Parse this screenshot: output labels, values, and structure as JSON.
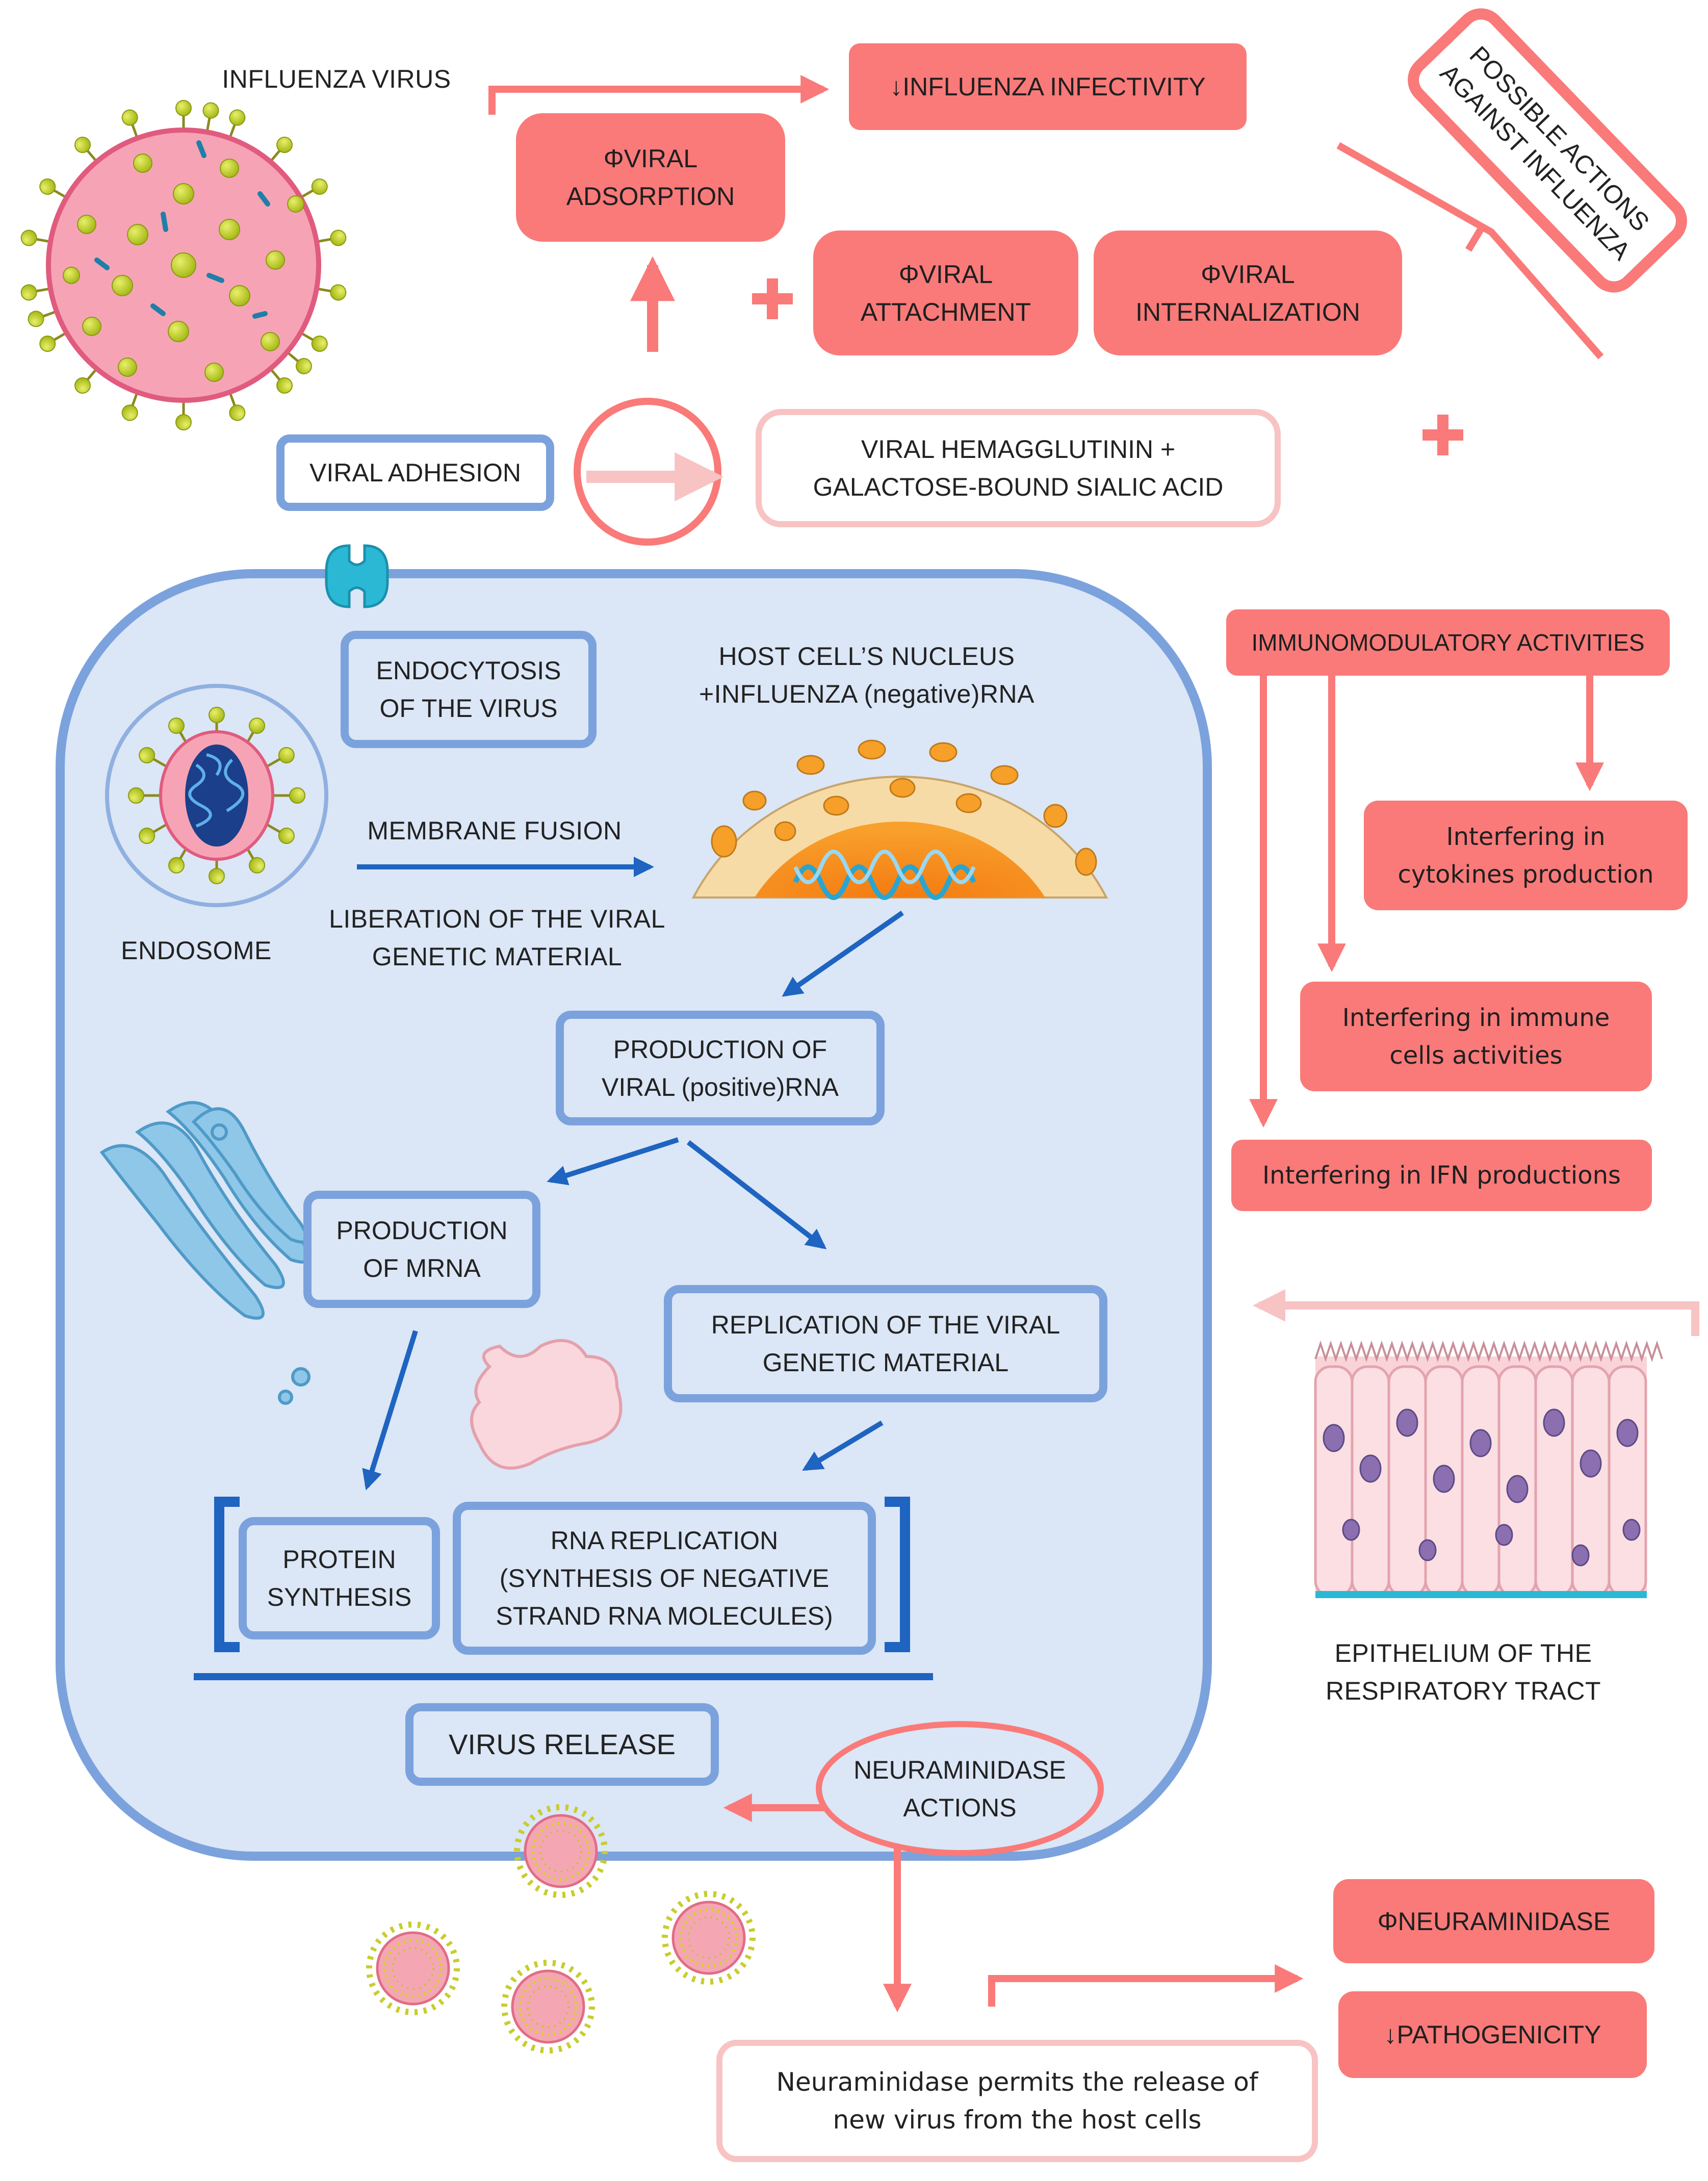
{
  "title": "INFLUENZA VIRUS",
  "top": {
    "infectivity": "↓INFLUENZA INFECTIVITY",
    "adsorption": [
      "ΦVIRAL",
      "ADSORPTION"
    ],
    "attachment": [
      "ΦVIRAL",
      "ATTACHMENT"
    ],
    "internalization": [
      "ΦVIRAL",
      "INTERNALIZATION"
    ],
    "possible_actions": [
      "POSSIBLE ACTIONS",
      "AGAINST INFLUENZA"
    ]
  },
  "adhesion": {
    "label": "VIRAL ADHESION",
    "binding": [
      "VIRAL HEMAGGLUTININ +",
      "GALACTOSE-BOUND SIALIC ACID"
    ]
  },
  "cell": {
    "endocytosis": [
      "ENDOCYTOSIS",
      "OF THE VIRUS"
    ],
    "nucleus": [
      "HOST CELL’S NUCLEUS",
      "+INFLUENZA (negative)RNA"
    ],
    "endosome": "ENDOSOME",
    "membrane_fusion": "MEMBRANE FUSION",
    "liberation": [
      "LIBERATION OF THE VIRAL",
      "GENETIC MATERIAL"
    ],
    "production_rna": [
      "PRODUCTION OF",
      "VIRAL (positive)RNA"
    ],
    "production_mrna": [
      "PRODUCTION",
      "OF MRNA"
    ],
    "replication": [
      "REPLICATION OF THE VIRAL",
      "GENETIC MATERIAL"
    ],
    "protein_synthesis": [
      "PROTEIN",
      "SYNTHESIS"
    ],
    "rna_replication": [
      "RNA REPLICATION",
      "(SYNTHESIS OF NEGATIVE",
      "STRAND RNA MOLECULES)"
    ],
    "virus_release": "VIRUS RELEASE",
    "neuraminidase": [
      "NEURAMINIDASE",
      "ACTIONS"
    ]
  },
  "immuno": {
    "header": "IMMUNOMODULATORY ACTIVITIES",
    "cytokines": [
      "Interfering in",
      "cytokines production"
    ],
    "immune_cells": [
      "Interfering in immune",
      "cells activities"
    ],
    "ifn": "Interfering in IFN productions"
  },
  "epithelium": [
    "EPITHELIUM OF THE",
    "RESPIRATORY TRACT"
  ],
  "bottom": {
    "phi_neuraminidase": "ΦNEURAMINIDASE",
    "pathogenicity": "↓PATHOGENICITY",
    "release_note": [
      "Neuraminidase permits the release of",
      "new virus from the host cells"
    ]
  },
  "colors": {
    "red": "#f97a79",
    "pink": "#f8c3c3",
    "blue": "#7ba2dc",
    "cell_fill": "#dbe6f6",
    "arrow_blue": "#1e64c0"
  }
}
